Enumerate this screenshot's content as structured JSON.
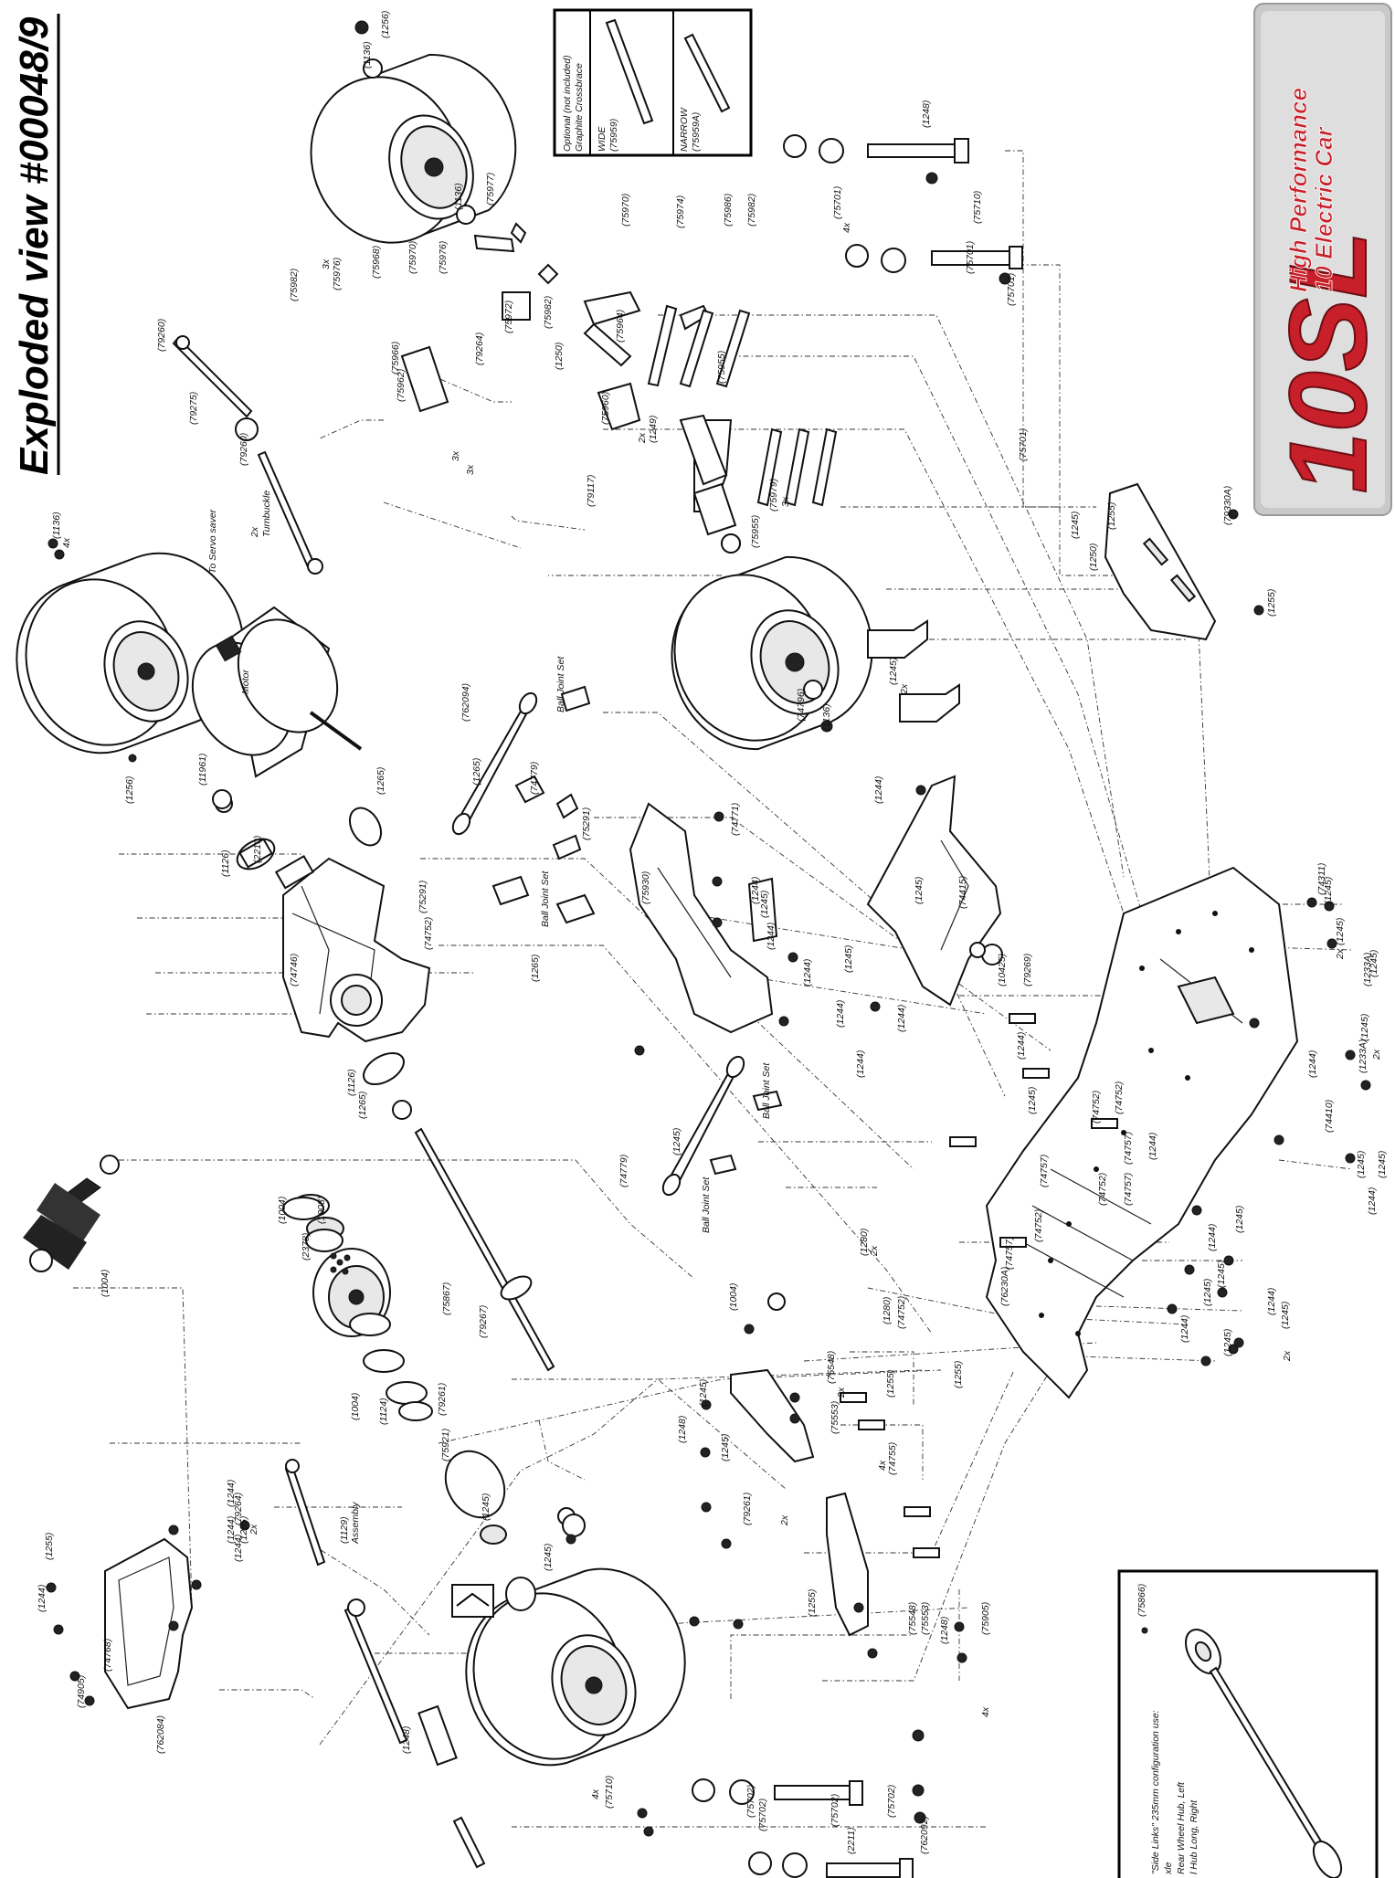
{
  "title": "Exploded view #00048/9",
  "logo": {
    "mark": "10SL",
    "tagline_1": "High Performance",
    "tagline_2": "10 Electric Car",
    "colors": {
      "red": "#c8202a",
      "silver": "#bfbfbf",
      "dark": "#2a2a2a"
    }
  },
  "crossbrace_box": {
    "heading_1": "Optional (not included)",
    "heading_2": "Graphite Crossbrace",
    "wide_label": "WIDE",
    "wide_part": "(75959)",
    "narrow_label": "NARROW",
    "narrow_part": "(75959A)"
  },
  "note_box": {
    "line_1": "\"Side Links\" 235mm configuration use:",
    "line_2": "xle",
    "line_3": "Rear Wheel Hub, Left",
    "line_4": "l Hub Long, Right"
  },
  "text_labels": {
    "motor": "Motor",
    "to_servo_saver": "To Servo saver",
    "turnbuckle_2x": "2x",
    "turnbuckle": "Turnbuckle",
    "ball_joint_set": "Ball Joint Set",
    "assembly": "Assembly"
  },
  "part_numbers": [
    {
      "text": "(1256)",
      "angle": -90
    },
    {
      "text": "(1136)",
      "angle": -90
    },
    {
      "text": "(1136)",
      "angle": -90
    },
    {
      "text": "(75977)",
      "angle": -90
    },
    {
      "text": "3x",
      "angle": -90
    },
    {
      "text": "(75976)",
      "angle": -90
    },
    {
      "text": "(75982)",
      "angle": -90
    },
    {
      "text": "(75968)",
      "angle": -90
    },
    {
      "text": "(75970)",
      "angle": -90
    },
    {
      "text": "(75976)",
      "angle": -90
    },
    {
      "text": "(75972)",
      "angle": -90
    },
    {
      "text": "(75982)",
      "angle": -90
    },
    {
      "text": "(75970)",
      "angle": -90
    },
    {
      "text": "(75974)",
      "angle": -90
    },
    {
      "text": "(75986)",
      "angle": -90
    },
    {
      "text": "(75982)",
      "angle": -90
    },
    {
      "text": "(75964)",
      "angle": -90
    },
    {
      "text": "(1250)",
      "angle": -90
    },
    {
      "text": "(79264)",
      "angle": -90
    },
    {
      "text": "(75966)",
      "angle": -90
    },
    {
      "text": "(75962)",
      "angle": -90
    },
    {
      "text": "(79260)",
      "angle": -90
    },
    {
      "text": "(79275)",
      "angle": -90
    },
    {
      "text": "(79260)",
      "angle": -90
    },
    {
      "text": "3x",
      "angle": -90
    },
    {
      "text": "(75955)",
      "angle": -90
    },
    {
      "text": "(75960)",
      "angle": -90
    },
    {
      "text": "2x",
      "angle": -90
    },
    {
      "text": "(1249)",
      "angle": -90
    },
    {
      "text": "3x",
      "angle": -90
    },
    {
      "text": "(79117)",
      "angle": -90
    },
    {
      "text": "(75979)",
      "angle": -90
    },
    {
      "text": "3x",
      "angle": -90
    },
    {
      "text": "(75955)",
      "angle": -90
    },
    {
      "text": "(1136)",
      "angle": -90
    },
    {
      "text": "4x",
      "angle": -90
    },
    {
      "text": "(1248)",
      "angle": -90
    },
    {
      "text": "(75701)",
      "angle": -90
    },
    {
      "text": "4x",
      "angle": -90
    },
    {
      "text": "(75710)",
      "angle": -90
    },
    {
      "text": "(75701)",
      "angle": -90
    },
    {
      "text": "(75701)",
      "angle": -90
    },
    {
      "text": "(75701)",
      "angle": -90
    },
    {
      "text": "(79330A)",
      "angle": -90
    },
    {
      "text": "(1245)",
      "angle": -90
    },
    {
      "text": "(1255)",
      "angle": -90
    },
    {
      "text": "(1250)",
      "angle": -90
    },
    {
      "text": "(1255)",
      "angle": -90
    },
    {
      "text": "(1245)",
      "angle": -90
    },
    {
      "text": "2x",
      "angle": -90
    },
    {
      "text": "(74796)",
      "angle": -90
    },
    {
      "text": "(1136)",
      "angle": -90
    },
    {
      "text": "(1256)",
      "angle": -90
    },
    {
      "text": "(11961)",
      "angle": -90
    },
    {
      "text": "(762094)",
      "angle": -90
    },
    {
      "text": "(1265)",
      "angle": -90
    },
    {
      "text": "(74779)",
      "angle": -90
    },
    {
      "text": "(75291)",
      "angle": -90
    },
    {
      "text": "(75291)",
      "angle": -90
    },
    {
      "text": "(1265)",
      "angle": -90
    },
    {
      "text": "(2210)",
      "angle": -90
    },
    {
      "text": "(1126)",
      "angle": -90
    },
    {
      "text": "(75930)",
      "angle": -90
    },
    {
      "text": "(74771)",
      "angle": -90
    },
    {
      "text": "(1244)",
      "angle": -90
    },
    {
      "text": "(1244)",
      "angle": -90
    },
    {
      "text": "(1244)",
      "angle": -90
    },
    {
      "text": "(1244)",
      "angle": -90
    },
    {
      "text": "(1244)",
      "angle": -90
    },
    {
      "text": "(1244)",
      "angle": -90
    },
    {
      "text": "(1245)",
      "angle": -90
    },
    {
      "text": "(74415)",
      "angle": -90
    },
    {
      "text": "(1245)",
      "angle": -90
    },
    {
      "text": "(1245)",
      "angle": -90
    },
    {
      "text": "(10425)",
      "angle": -90
    },
    {
      "text": "(79269)",
      "angle": -90
    },
    {
      "text": "(1244)",
      "angle": -90
    },
    {
      "text": "(1244)",
      "angle": -90
    },
    {
      "text": "(1245)",
      "angle": -90
    },
    {
      "text": "(74757)",
      "angle": -90
    },
    {
      "text": "(74752)",
      "angle": -90
    },
    {
      "text": "(74752)",
      "angle": -90
    },
    {
      "text": "(74757)",
      "angle": -90
    },
    {
      "text": "(74752)",
      "angle": -90
    },
    {
      "text": "(74757)",
      "angle": -90
    },
    {
      "text": "(74752)",
      "angle": -90
    },
    {
      "text": "(74757)",
      "angle": -90
    },
    {
      "text": "(74752)",
      "angle": -90
    },
    {
      "text": "(1265)",
      "angle": -90
    },
    {
      "text": "(74746)",
      "angle": -90
    },
    {
      "text": "(74311)",
      "angle": -90
    },
    {
      "text": "(1245)",
      "angle": -90
    },
    {
      "text": "(1245)",
      "angle": -90
    },
    {
      "text": "2x",
      "angle": -90
    },
    {
      "text": "(1233A)",
      "angle": -90
    },
    {
      "text": "(1245)",
      "angle": -90
    },
    {
      "text": "(1245)",
      "angle": -90
    },
    {
      "text": "2x",
      "angle": -90
    },
    {
      "text": "(1233A)",
      "angle": -90
    },
    {
      "text": "(1244)",
      "angle": -90
    },
    {
      "text": "(74410)",
      "angle": -90
    },
    {
      "text": "(1244)",
      "angle": -90
    },
    {
      "text": "(1245)",
      "angle": -90
    },
    {
      "text": "(1245)",
      "angle": -90
    },
    {
      "text": "(1244)",
      "angle": -90
    },
    {
      "text": "(75930)",
      "angle": -90
    },
    {
      "text": "(1126)",
      "angle": -90
    },
    {
      "text": "(1265)",
      "angle": -90
    },
    {
      "text": "(74779)",
      "angle": -90
    },
    {
      "text": "(1245)",
      "angle": -90
    },
    {
      "text": "(1244)",
      "angle": -90
    },
    {
      "text": "(1245)",
      "angle": -90
    },
    {
      "text": "(1245)",
      "angle": -90
    },
    {
      "text": "(1245)",
      "angle": -90
    },
    {
      "text": "(1244)",
      "angle": -90
    },
    {
      "text": "(1245)",
      "angle": -90
    },
    {
      "text": "(1244)",
      "angle": -90
    },
    {
      "text": "(1245)",
      "angle": -90
    },
    {
      "text": "2x",
      "angle": -90
    },
    {
      "text": "(1280)",
      "angle": -90
    },
    {
      "text": "2x",
      "angle": -90
    },
    {
      "text": "(1280)",
      "angle": -90
    },
    {
      "text": "(74752)",
      "angle": -90
    },
    {
      "text": "(76230A)",
      "angle": -90
    },
    {
      "text": "(1004)",
      "angle": -90
    },
    {
      "text": "(1004)",
      "angle": -90
    },
    {
      "text": "(1008)",
      "angle": -90
    },
    {
      "text": "(2378)",
      "angle": -90
    },
    {
      "text": "(75867)",
      "angle": -90
    },
    {
      "text": "(79267)",
      "angle": -90
    },
    {
      "text": "(1004)",
      "angle": -90
    },
    {
      "text": "(1004)",
      "angle": -90
    },
    {
      "text": "(1124)",
      "angle": -90
    },
    {
      "text": "(79261)",
      "angle": -90
    },
    {
      "text": "(1245)",
      "angle": -90
    },
    {
      "text": "(1248)",
      "angle": -90
    },
    {
      "text": "(75548)",
      "angle": -90
    },
    {
      "text": "2x",
      "angle": -90
    },
    {
      "text": "(1255)",
      "angle": -90
    },
    {
      "text": "(75553)",
      "angle": -90
    },
    {
      "text": "(1245)",
      "angle": -90
    },
    {
      "text": "4x",
      "angle": -90
    },
    {
      "text": "(74755)",
      "angle": -90
    },
    {
      "text": "(1255)",
      "angle": -90
    },
    {
      "text": "(1244)",
      "angle": -90
    },
    {
      "text": "(1244)",
      "angle": -90
    },
    {
      "text": "(1255)",
      "angle": -90
    },
    {
      "text": "2x",
      "angle": -90
    },
    {
      "text": "(79264)",
      "angle": -90
    },
    {
      "text": "(1255)",
      "angle": -90
    },
    {
      "text": "(1244)",
      "angle": -90
    },
    {
      "text": "(1244)",
      "angle": -90
    },
    {
      "text": "(74768)",
      "angle": -90
    },
    {
      "text": "(74905)",
      "angle": -90
    },
    {
      "text": "(762084)",
      "angle": -90
    },
    {
      "text": "(1129)",
      "angle": -90
    },
    {
      "text": "(75921)",
      "angle": -90
    },
    {
      "text": "(1245)",
      "angle": -90
    },
    {
      "text": "(1245)",
      "angle": -90
    },
    {
      "text": "(79261)",
      "angle": -90
    },
    {
      "text": "2x",
      "angle": -90
    },
    {
      "text": "(1255)",
      "angle": -90
    },
    {
      "text": "(75548)",
      "angle": -90
    },
    {
      "text": "(75553)",
      "angle": -90
    },
    {
      "text": "(1248)",
      "angle": -90
    },
    {
      "text": "(75905)",
      "angle": -90
    },
    {
      "text": "4x",
      "angle": -90
    },
    {
      "text": "(1248)",
      "angle": -90
    },
    {
      "text": "4x",
      "angle": -90
    },
    {
      "text": "(75710)",
      "angle": -90
    },
    {
      "text": "(75702)",
      "angle": -90
    },
    {
      "text": "(75702)",
      "angle": -90
    },
    {
      "text": "(75702)",
      "angle": -90
    },
    {
      "text": "(75702)",
      "angle": -90
    },
    {
      "text": "(2211)",
      "angle": -90
    },
    {
      "text": "(762092)",
      "angle": -90
    },
    {
      "text": "(75866)",
      "angle": -90
    }
  ]
}
